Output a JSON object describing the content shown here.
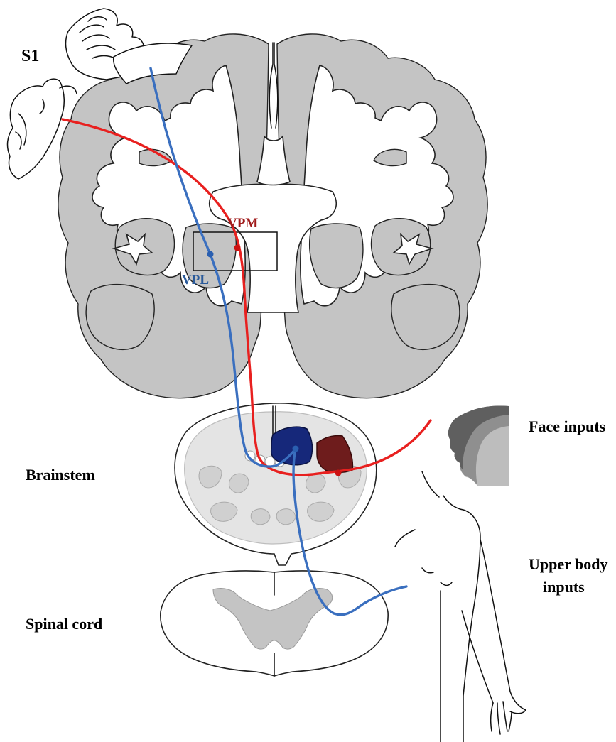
{
  "labels": {
    "s1": "S1",
    "vpm": "VPM",
    "vpl": "VPL",
    "brainstem": "Brainstem",
    "spinal_cord": "Spinal cord",
    "face_inputs": "Face inputs",
    "upper_body_line1": "Upper body",
    "upper_body_line2": "inputs"
  },
  "colors": {
    "face_pathway": "#e8201f",
    "body_pathway": "#3a6fbf",
    "vpm_text": "#a01a1a",
    "vpl_text": "#2a5a9a",
    "trigeminal_nucleus": "#6e1c1c",
    "dorsal_column_nucleus": "#16287a",
    "gray_matter": "#c4c4c4"
  }
}
